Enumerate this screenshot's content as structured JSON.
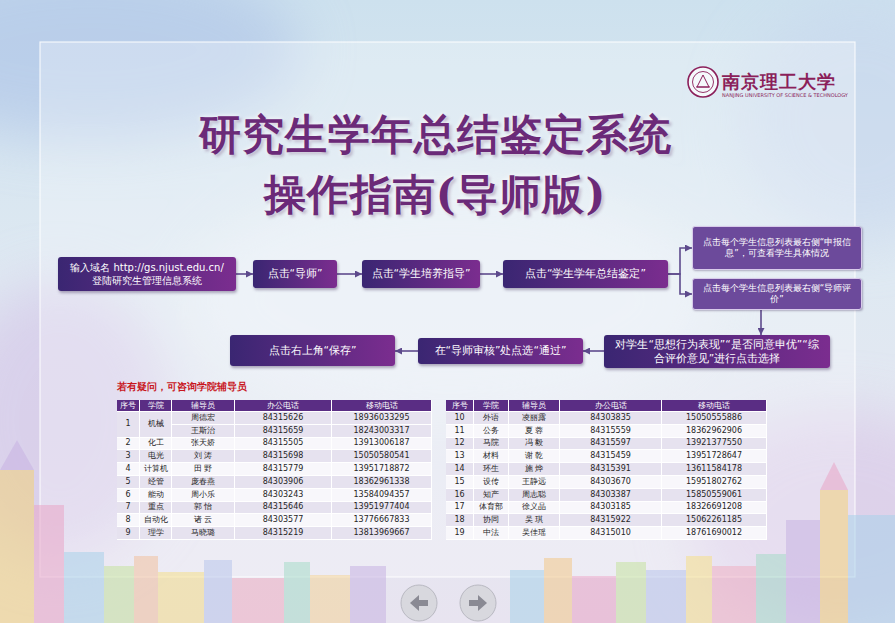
{
  "diagram": {
    "title": "研究生学年总结鉴定系统 操作指南(导师版)",
    "nodes": [
      {
        "text": [
          "输入域名 http://gs.njust.edu.cn/ 登陆研究生管理信息系统"
        ]
      },
      {
        "text": [
          "点击“导师”"
        ]
      },
      {
        "text": [
          "点击“学生培养指导”"
        ]
      },
      {
        "text": [
          "点击“学生学年总结鉴定”"
        ]
      },
      {
        "text": [
          "点击每个学生信息列表最右侧“申报信息”，可查看学生具体情况"
        ]
      },
      {
        "text": [
          "点击每个学生信息列表最右侧“导师评价”"
        ]
      },
      {
        "text": [
          "对学生“思想行为表现”“是否同意申优”“综合评价意见”进行点击选择"
        ]
      },
      {
        "text": [
          "在“导师审核”处点选“通过”"
        ]
      },
      {
        "text": [
          "点击右上角“保存”"
        ]
      }
    ],
    "edges": [
      {
        "from": 0,
        "to": 1,
        "arrow": "to"
      },
      {
        "from": 1,
        "to": 2,
        "arrow": "to"
      },
      {
        "from": 2,
        "to": 3,
        "arrow": "to"
      },
      {
        "from": 3,
        "to": 4,
        "arrow": "to"
      },
      {
        "from": 3,
        "to": 5,
        "arrow": "to"
      },
      {
        "from": 5,
        "to": 6,
        "arrow": "to"
      },
      {
        "from": 6,
        "to": 7,
        "arrow": "to"
      },
      {
        "from": 7,
        "to": 8,
        "arrow": "to"
      }
    ],
    "labels": [
      "南京理工大学",
      "NANJING UNIVERSITY OF SCIENCE & TECHNOLOGY",
      "若有疑问，可咨询学院辅导员",
      "序号",
      "学院",
      "辅导员",
      "办公电话",
      "移动电话",
      "1",
      "机械",
      "周德宏",
      "84315626",
      "18936033295",
      "王斯治",
      "84315659",
      "18243003317",
      "2",
      "化工",
      "张天娇",
      "84315505",
      "13913006187",
      "3",
      "电光",
      "刘 涛",
      "84315698",
      "15050580541",
      "4",
      "计算机",
      "田 野",
      "84315779",
      "13951718872",
      "5",
      "经管",
      "庞春燕",
      "84303906",
      "18362961338",
      "6",
      "能动",
      "周小乐",
      "84303243",
      "13584094357",
      "7",
      "重点",
      "郭 怡",
      "84315646",
      "13951977404",
      "8",
      "自动化",
      "诸 云",
      "84303577",
      "13776667833",
      "9",
      "理学",
      "马晓璐",
      "84315219",
      "13813969667",
      "序号",
      "学院",
      "辅导员",
      "办公电话",
      "移动电话",
      "10",
      "外语",
      "凌丽露",
      "84303835",
      "15050555886",
      "11",
      "公务",
      "夏 蓉",
      "84315559",
      "18362962906",
      "12",
      "马院",
      "冯 毅",
      "84315597",
      "13921377550",
      "13",
      "材料",
      "谢 乾",
      "84315459",
      "13951728647",
      "14",
      "环生",
      "施 烨",
      "84315391",
      "13611584178",
      "15",
      "设传",
      "王静远",
      "84303670",
      "15951802762",
      "16",
      "知产",
      "周志聪",
      "84303387",
      "15850559061",
      "17",
      "体育部",
      "徐义晶",
      "84303185",
      "18326691208",
      "18",
      "协同",
      "吴 琪",
      "84315922",
      "15062261185",
      "19",
      "中法",
      "吴佳瑶",
      "84315010",
      "18761690012"
    ]
  }
}
